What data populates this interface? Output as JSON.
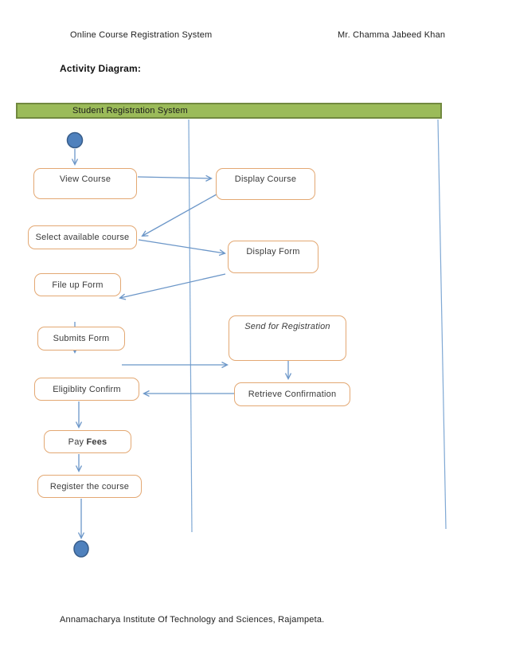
{
  "page": {
    "header_left": "Online Course Registration System",
    "header_right": "Mr. Chamma Jabeed Khan",
    "section_title": "Activity Diagram:",
    "footer": "Annamacharya Institute Of Technology and Sciences, Rajampeta."
  },
  "swimlane": {
    "title": "Student Registration System",
    "fill_color": "#9bbb59",
    "border_color": "#71893f"
  },
  "diagram": {
    "type": "uml-activity-diagram",
    "node_border_color": "#e3a873",
    "arrow_color": "#6b96c8",
    "start_end_node_color": "#4f81bd",
    "nodes": {
      "start": {
        "kind": "initial-node"
      },
      "view_course": {
        "label": "View Course"
      },
      "display_course": {
        "label": "Display Course"
      },
      "select_available_course": {
        "label": "Select available course"
      },
      "display_form": {
        "label": "Display Form"
      },
      "file_up_form": {
        "label": "File up Form"
      },
      "submits_form": {
        "label": "Submits Form"
      },
      "send_for_registration": {
        "label": "Send for Registration",
        "style": "italic"
      },
      "eligiblity_confirm": {
        "label": "Eligiblity Confirm"
      },
      "retrieve_confirmation": {
        "label": "Retrieve Confirmation"
      },
      "pay_fees": {
        "label_normal": "Pay ",
        "label_bold": "Fees"
      },
      "register_the_course": {
        "label": "Register the course"
      },
      "end": {
        "kind": "final-node"
      }
    },
    "edges": [
      {
        "from": "start",
        "to": "view_course"
      },
      {
        "from": "view_course",
        "to": "display_course"
      },
      {
        "from": "display_course",
        "to": "select_available_course"
      },
      {
        "from": "select_available_course",
        "to": "display_form"
      },
      {
        "from": "display_form",
        "to": "file_up_form"
      },
      {
        "from": "file_up_form",
        "to": "submits_form"
      },
      {
        "from": "submits_form",
        "to": "send_for_registration"
      },
      {
        "from": "send_for_registration",
        "to": "retrieve_confirmation"
      },
      {
        "from": "retrieve_confirmation",
        "to": "eligiblity_confirm"
      },
      {
        "from": "eligiblity_confirm",
        "to": "pay_fees"
      },
      {
        "from": "pay_fees",
        "to": "register_the_course"
      },
      {
        "from": "register_the_course",
        "to": "end"
      }
    ]
  }
}
